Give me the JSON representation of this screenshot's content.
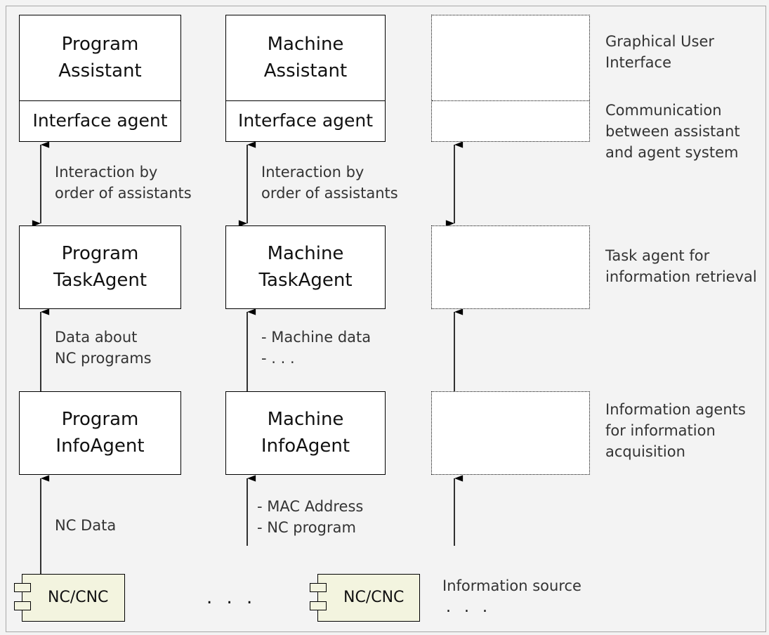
{
  "columns": {
    "program": {
      "assistant_title": "Program\nAssistant",
      "interface_agent": "Interface agent",
      "interaction_label": "Interaction by\norder of assistants",
      "task_agent": "Program\nTaskAgent",
      "data_label": "Data about\nNC programs",
      "info_agent": "Program\nInfoAgent",
      "source_label": "NC Data",
      "node_label": "NC/CNC"
    },
    "machine": {
      "assistant_title": "Machine\nAssistant",
      "interface_agent": "Interface agent",
      "interaction_label": "Interaction by\norder of assistants",
      "task_agent": "Machine\nTaskAgent",
      "data_label": "- Machine data\n- . . .",
      "info_agent": "Machine\nInfoAgent",
      "source_label": "- MAC Address\n- NC program",
      "node_label": "NC/CNC"
    }
  },
  "legend": {
    "gui": "Graphical User\nInterface",
    "communication": "Communication\nbetween assistant\nand agent system",
    "task_agent": "Task agent for\ninformation retrieval",
    "info_agents": "Information agents\nfor information\nacquisition",
    "info_source": "Information source",
    "info_source_dots": ". . ."
  },
  "between_nodes_dots": ". . ."
}
